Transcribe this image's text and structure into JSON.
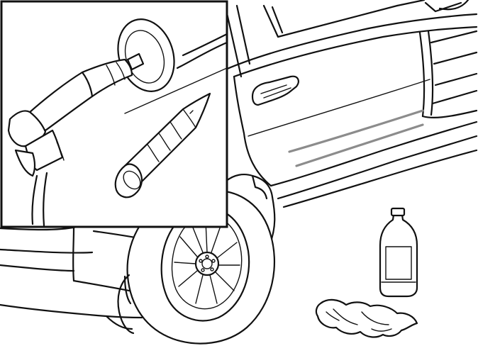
{
  "illustration": {
    "subject": "car-door-paint-touch-up",
    "inset": {
      "items": [
        "suction-cup-tool-icon",
        "touch-up-paint-pen-icon"
      ]
    },
    "scene": {
      "items": [
        "car-side-panel",
        "front-wheel",
        "cleaning-fluid-bottle-icon",
        "cleaning-cloth-icon"
      ]
    },
    "colors": {
      "line": "#111111",
      "stripe": "#8c8c8c",
      "background": "#ffffff"
    }
  }
}
